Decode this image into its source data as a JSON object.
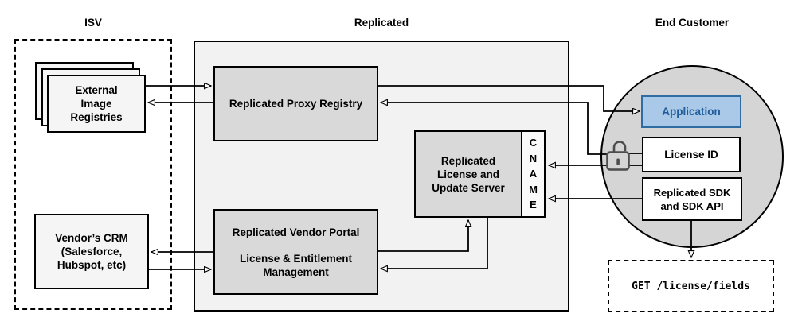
{
  "headers": {
    "isv": "ISV",
    "replicated": "Replicated",
    "end_customer": "End Customer"
  },
  "isv": {
    "registries": {
      "lines": [
        "External",
        "Image",
        "Registries"
      ]
    },
    "crm": {
      "lines": [
        "Vendor’s CRM",
        "(Salesforce,",
        "Hubspot, etc)"
      ]
    }
  },
  "replicated": {
    "proxy_registry": {
      "label": "Replicated Proxy Registry"
    },
    "license_update_server": {
      "lines": [
        "Replicated",
        "License and",
        "Update Server"
      ],
      "cname_letters": [
        "C",
        "N",
        "A",
        "M",
        "E"
      ]
    },
    "vendor_portal": {
      "title": "Replicated Vendor Portal",
      "subtitle_lines": [
        "License & Entitlement",
        "Management"
      ]
    }
  },
  "end_customer": {
    "application": {
      "label": "Application"
    },
    "license_id": {
      "label": "License ID"
    },
    "sdk": {
      "lines": [
        "Replicated SDK",
        "and SDK API"
      ]
    },
    "api_request": {
      "label": "GET /license/fields"
    }
  },
  "icons": {
    "lock": "open-padlock-icon"
  },
  "colors": {
    "container_fill": "#f2f2f2",
    "gray_box_fill": "#d9d9d9",
    "light_box_fill": "#f5f5f5",
    "circle_fill": "#d5d5d5",
    "application_fill": "#aac9e8",
    "application_border": "#2e6da4",
    "application_text": "#1f5c99",
    "line_color": "#000000",
    "lock_color": "#4d4d4d"
  }
}
